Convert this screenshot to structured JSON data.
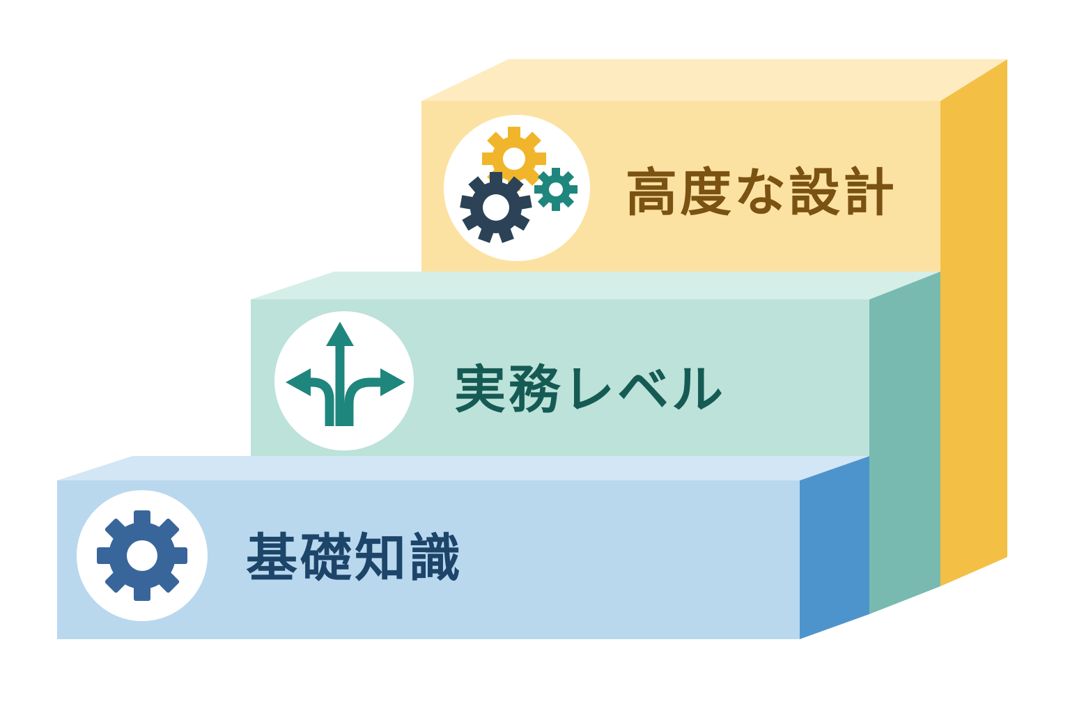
{
  "steps": [
    {
      "id": "top",
      "label": "高度な設計",
      "icon": "gears-icon",
      "colors": {
        "front": "#FCE2A2",
        "top": "#FEEBC0",
        "side": "#F3C045",
        "text": "#7A5212"
      }
    },
    {
      "id": "mid",
      "label": "実務レベル",
      "icon": "branching-arrows-icon",
      "colors": {
        "front": "#BCE2DA",
        "top": "#D6EEE8",
        "side": "#78BAAF",
        "text": "#165A54"
      }
    },
    {
      "id": "bottom",
      "label": "基礎知識",
      "icon": "gear-icon",
      "colors": {
        "front": "#B9D8EE",
        "top": "#D2E6F5",
        "side": "#4E94CC",
        "text": "#1D4569"
      }
    }
  ],
  "icon_colors": {
    "gold": "#F0B52B",
    "navy": "#2B4257",
    "teal": "#1E867D",
    "blue": "#39669A"
  }
}
